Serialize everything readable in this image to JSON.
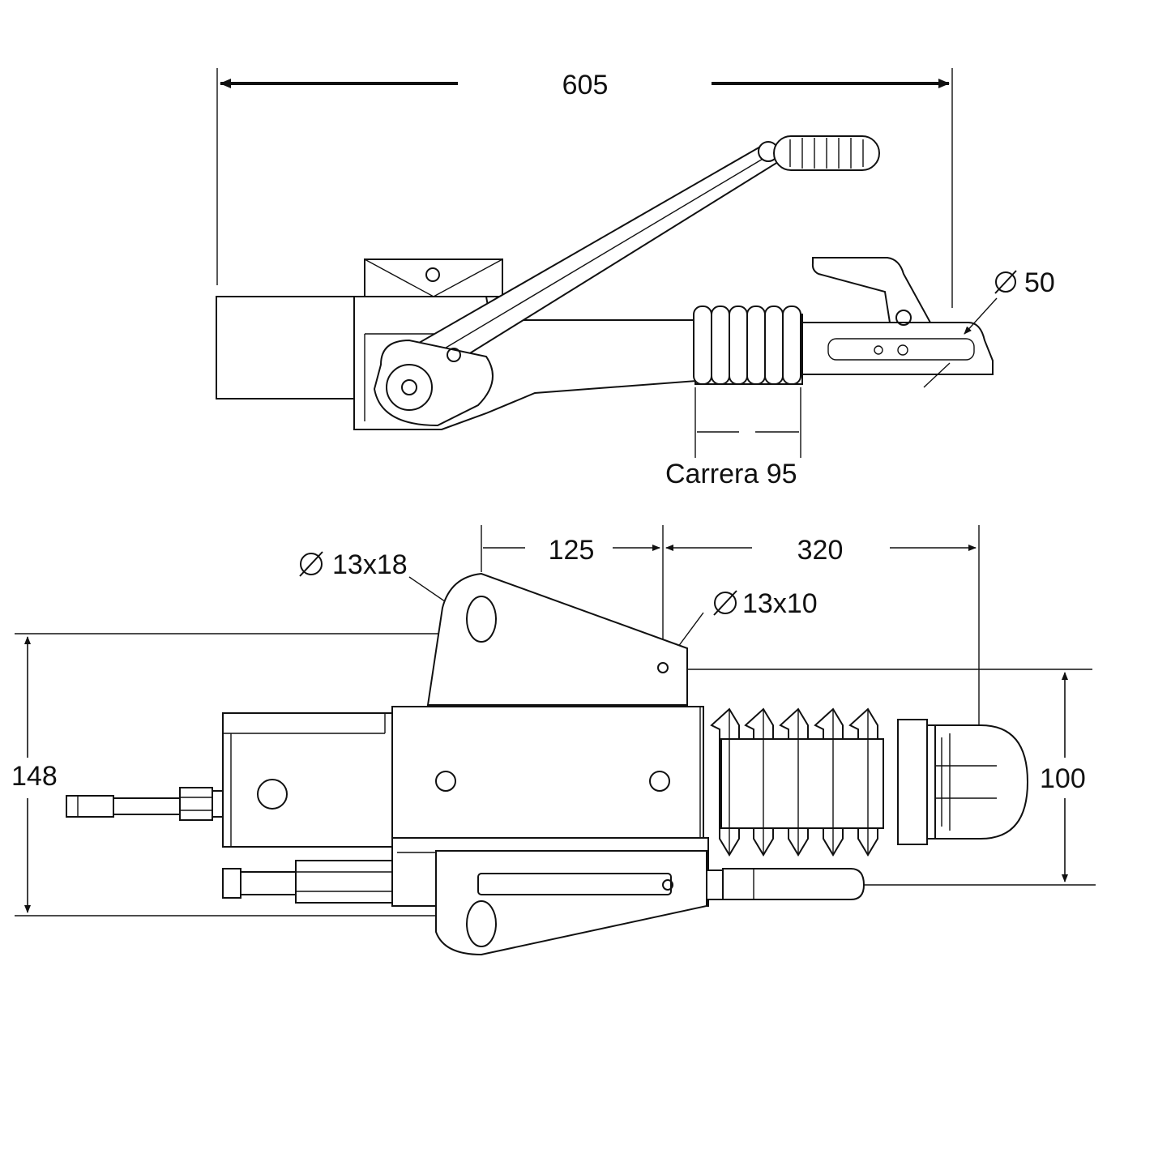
{
  "dimensions": {
    "overall_length": "605",
    "ball_diameter": "50",
    "stroke": "Carrera 95",
    "hole_upper": "13x18",
    "hole_small": "13x10",
    "spacing_left": "125",
    "spacing_right": "320",
    "height_total": "148",
    "height_inner": "100"
  },
  "symbols": {
    "diameter_icon": "diameter-symbol"
  },
  "colors": {
    "line": "#111111",
    "background": "#ffffff"
  }
}
